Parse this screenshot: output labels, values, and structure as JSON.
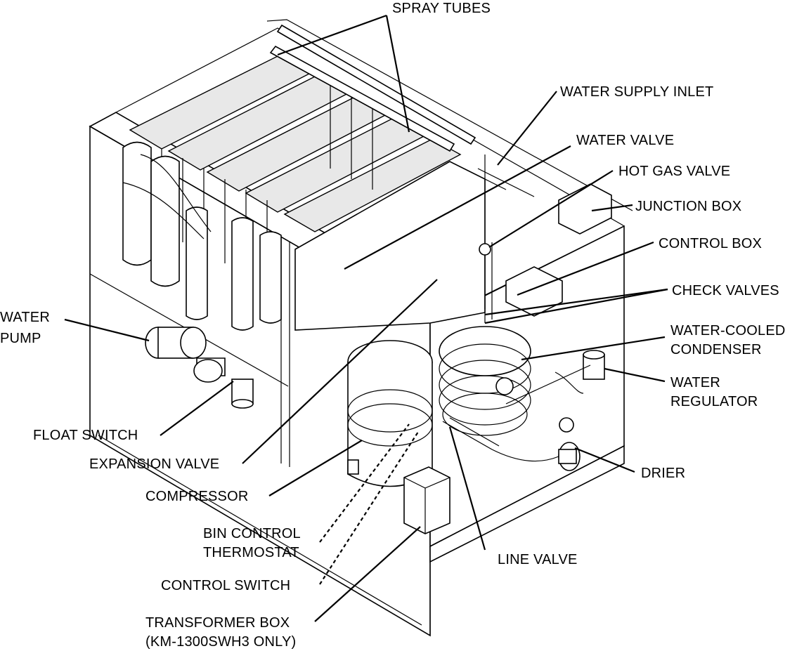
{
  "labels": {
    "spray_tubes": "SPRAY TUBES",
    "water_supply_inlet": "WATER SUPPLY INLET",
    "water_valve": "WATER VALVE",
    "hot_gas_valve": "HOT GAS VALVE",
    "junction_box": "JUNCTION BOX",
    "control_box": "CONTROL BOX",
    "check_valves": "CHECK VALVES",
    "water_cooled_condenser_1": "WATER-COOLED",
    "water_cooled_condenser_2": "CONDENSER",
    "water_regulator_1": "WATER",
    "water_regulator_2": "REGULATOR",
    "drier": "DRIER",
    "line_valve": "LINE VALVE",
    "water_pump_1": "WATER",
    "water_pump_2": "PUMP",
    "float_switch": "FLOAT SWITCH",
    "expansion_valve": "EXPANSION VALVE",
    "compressor": "COMPRESSOR",
    "bin_control_1": "BIN CONTROL",
    "bin_control_2": "THERMOSTAT",
    "control_switch": "CONTROL SWITCH",
    "transformer_box_1": "TRANSFORMER BOX",
    "transformer_box_2": "(KM-1300SWH3 ONLY)"
  }
}
